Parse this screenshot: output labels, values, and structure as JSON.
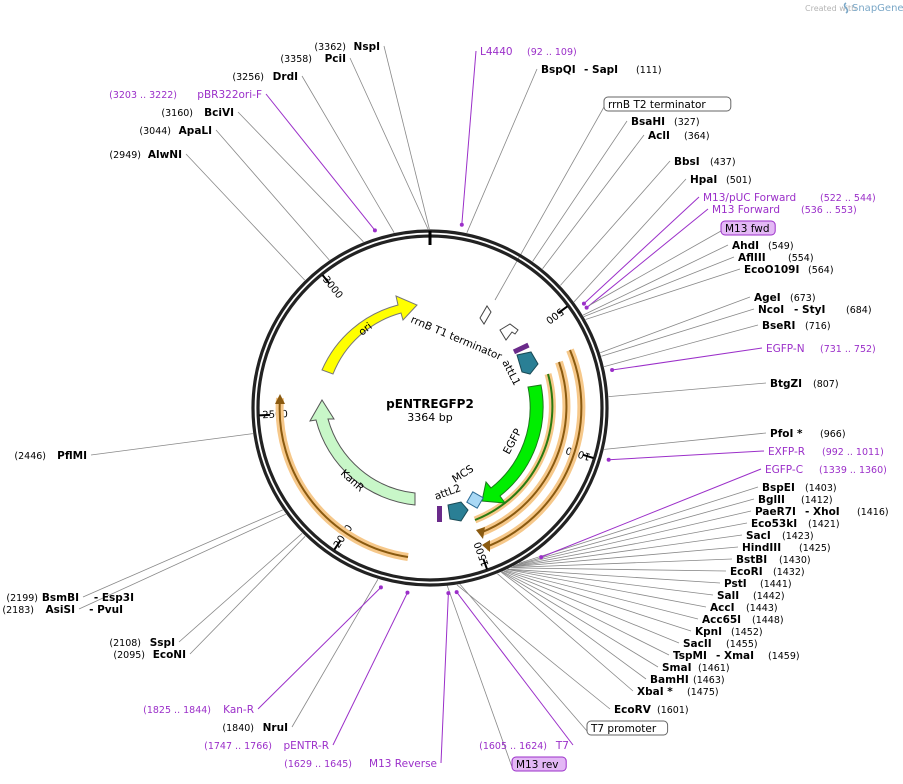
{
  "credit": {
    "prefix": "Created with",
    "brand": "SnapGene"
  },
  "plasmid": {
    "name": "pENTREGFP2",
    "size": "3364 bp"
  },
  "ticks": [
    "500",
    "1000",
    "1500",
    "2000",
    "2500",
    "3000"
  ],
  "features_inner": {
    "ori": "ori",
    "kanr": "KanR",
    "rrnb_t1": "rrnB T1 terminator",
    "attl1": "attL1",
    "egfp": "EGFP",
    "mcs": "MCS",
    "attl2": "attL2"
  },
  "enzymes": [
    {
      "name": "NspI",
      "pos": "(3362)"
    },
    {
      "name": "PciI",
      "pos": "(3358)"
    },
    {
      "name": "DrdI",
      "pos": "(3256)"
    },
    {
      "name": "BciVI",
      "pos": "(3160)"
    },
    {
      "name": "ApaLI",
      "pos": "(3044)"
    },
    {
      "name": "AlwNI",
      "pos": "(2949)"
    },
    {
      "name": "PflMI",
      "pos": "(2446)"
    },
    {
      "name": "BsmBI",
      "sep": "- Esp3I",
      "pos": "(2199)"
    },
    {
      "name": "AsiSI",
      "sep": "- PvuI",
      "pos": "(2183)"
    },
    {
      "name": "SspI",
      "pos": "(2108)"
    },
    {
      "name": "EcoNI",
      "pos": "(2095)"
    },
    {
      "name": "NruI",
      "pos": "(1840)"
    },
    {
      "name": "BspQI",
      "sep": "- SapI",
      "pos": "(111)"
    },
    {
      "name": "BsaHI",
      "pos": "(327)"
    },
    {
      "name": "AclI",
      "pos": "(364)"
    },
    {
      "name": "BbsI",
      "pos": "(437)"
    },
    {
      "name": "HpaI",
      "pos": "(501)"
    },
    {
      "name": "AhdI",
      "pos": "(549)"
    },
    {
      "name": "AflIII",
      "pos": "(554)"
    },
    {
      "name": "EcoO109I",
      "pos": "(564)"
    },
    {
      "name": "AgeI",
      "pos": "(673)"
    },
    {
      "name": "NcoI",
      "sep": "- StyI",
      "pos": "(684)"
    },
    {
      "name": "BseRI",
      "pos": "(716)"
    },
    {
      "name": "BtgZI",
      "pos": "(807)"
    },
    {
      "name": "PfoI *",
      "pos": "(966)"
    },
    {
      "name": "BspEI",
      "pos": "(1403)"
    },
    {
      "name": "BglII",
      "pos": "(1412)"
    },
    {
      "name": "PaeR7I",
      "sep": "- XhoI",
      "pos": "(1416)"
    },
    {
      "name": "Eco53kI",
      "pos": "(1421)"
    },
    {
      "name": "SacI",
      "pos": "(1423)"
    },
    {
      "name": "HindIII",
      "pos": "(1425)"
    },
    {
      "name": "BstBI",
      "pos": "(1430)"
    },
    {
      "name": "EcoRI",
      "pos": "(1432)"
    },
    {
      "name": "PstI",
      "pos": "(1441)"
    },
    {
      "name": "SalI",
      "pos": "(1442)"
    },
    {
      "name": "AccI",
      "pos": "(1443)"
    },
    {
      "name": "Acc65I",
      "pos": "(1448)"
    },
    {
      "name": "KpnI",
      "pos": "(1452)"
    },
    {
      "name": "SacII",
      "pos": "(1455)"
    },
    {
      "name": "TspMI",
      "sep": "- XmaI",
      "pos": "(1459)"
    },
    {
      "name": "SmaI",
      "pos": "(1461)"
    },
    {
      "name": "BamHI",
      "pos": "(1463)"
    },
    {
      "name": "XbaI *",
      "pos": "(1475)"
    },
    {
      "name": "EcoRV",
      "pos": "(1601)"
    }
  ],
  "primers": [
    {
      "name": "L4440",
      "pos": "(92 .. 109)"
    },
    {
      "name": "pBR322ori-F",
      "pos": "(3203 .. 3222)"
    },
    {
      "name": "M13/pUC Forward",
      "pos": "(522 .. 544)"
    },
    {
      "name": "M13 Forward",
      "pos": "(536 .. 553)"
    },
    {
      "name": "EGFP-N",
      "pos": "(731 .. 752)"
    },
    {
      "name": "EXFP-R",
      "pos": "(992 .. 1011)"
    },
    {
      "name": "EGFP-C",
      "pos": "(1339 .. 1360)"
    },
    {
      "name": "Kan-R",
      "pos": "(1825 .. 1844)"
    },
    {
      "name": "pENTR-R",
      "pos": "(1747 .. 1766)"
    },
    {
      "name": "M13 Reverse",
      "pos": "(1629 .. 1645)"
    },
    {
      "name": "T7",
      "pos": "(1605 .. 1624)"
    }
  ],
  "boxed": {
    "rrnb_t2": "rrnB T2 terminator",
    "m13_fwd": "M13 fwd",
    "t7_promoter": "T7 promoter",
    "m13_rev": "M13 rev"
  },
  "colors": {
    "backbone": "#222222",
    "primer": "#9b2fc9",
    "ori": "#ffff00",
    "kanr": "#c8f7c8",
    "egfp": "#00ee00",
    "att": "#2a7f95",
    "orf": "#f2a23a",
    "mcs": "#a9d8f5"
  }
}
